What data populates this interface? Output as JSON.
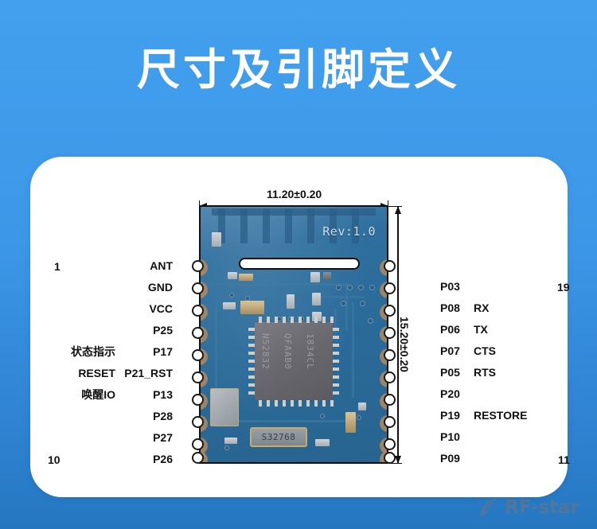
{
  "page": {
    "title": "尺寸及引脚定义",
    "background_color": "#3d97e8",
    "card_color": "#ffffff"
  },
  "watermark": {
    "text": "RF-star",
    "icon": "rf-star-logo-icon",
    "color": "#b6713f"
  },
  "dimensions": {
    "width_label": "11.20±0.20",
    "height_label": "15.20±0.20"
  },
  "module": {
    "silkscreen_rev": "Rev:1.0",
    "chip_line1": "N52832",
    "chip_line2": "QFAAB0",
    "chip_line3": "1834CL",
    "crystal_label": "S32768"
  },
  "pin_numbers": {
    "left_top": "1",
    "left_bottom": "10",
    "right_top": "19",
    "right_bottom": "11"
  },
  "left_pins": [
    {
      "name": "ANT",
      "func": ""
    },
    {
      "name": "GND",
      "func": ""
    },
    {
      "name": "VCC",
      "func": ""
    },
    {
      "name": "P25",
      "func": ""
    },
    {
      "name": "P17",
      "func": "状态指示"
    },
    {
      "name": "P21_RST",
      "func": "RESET"
    },
    {
      "name": "P13",
      "func": "唤醒IO"
    },
    {
      "name": "P28",
      "func": ""
    },
    {
      "name": "P27",
      "func": ""
    },
    {
      "name": "P26",
      "func": ""
    }
  ],
  "right_pins": [
    {
      "name": "P03",
      "func": ""
    },
    {
      "name": "P08",
      "func": "RX"
    },
    {
      "name": "P06",
      "func": "TX"
    },
    {
      "name": "P07",
      "func": "CTS"
    },
    {
      "name": "P05",
      "func": "RTS"
    },
    {
      "name": "P20",
      "func": ""
    },
    {
      "name": "P19",
      "func": "RESTORE"
    },
    {
      "name": "P10",
      "func": ""
    },
    {
      "name": "P09",
      "func": ""
    }
  ]
}
